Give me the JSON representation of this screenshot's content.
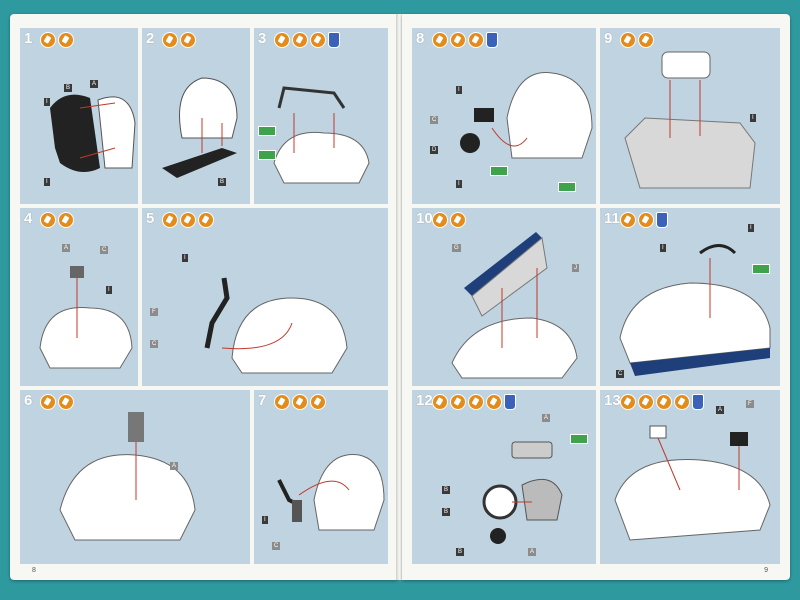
{
  "steps": [
    {
      "num": "1"
    },
    {
      "num": "2"
    },
    {
      "num": "3"
    },
    {
      "num": "4"
    },
    {
      "num": "5"
    },
    {
      "num": "6"
    },
    {
      "num": "7"
    },
    {
      "num": "8"
    },
    {
      "num": "9"
    },
    {
      "num": "10"
    },
    {
      "num": "11"
    },
    {
      "num": "12"
    },
    {
      "num": "13"
    }
  ],
  "page_numbers": {
    "left": "8",
    "right": "9"
  },
  "colors": {
    "background": "#2e9aa0",
    "panel": "#bfd3e0",
    "icon_orange": "#e38c1c",
    "icon_blue": "#3a62b8",
    "green_tag": "#3ea34a",
    "arrow_red": "#c0392b",
    "dark_part": "#222222",
    "navy_part": "#1f3f7a"
  }
}
